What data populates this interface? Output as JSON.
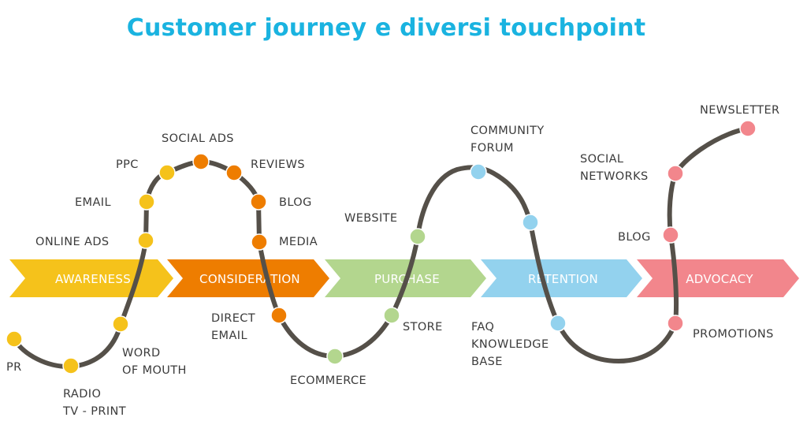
{
  "title": "Customer journey e diversi touchpoint",
  "colors": {
    "title": "#1ab3e0",
    "path": "#555049",
    "label": "#3b3b3b",
    "awareness": "#f5c21b",
    "consideration": "#ee7d00",
    "purchase": "#b3d68e",
    "retention": "#93d2ee",
    "advocacy": "#f2868c"
  },
  "stages": [
    {
      "id": "awareness",
      "label": "AWARENESS"
    },
    {
      "id": "consideration",
      "label": "CONSIDERATION"
    },
    {
      "id": "purchase",
      "label": "PURCHASE"
    },
    {
      "id": "retention",
      "label": "RETENTION"
    },
    {
      "id": "advocacy",
      "label": "ADVOCACY"
    }
  ],
  "touchpoints": [
    {
      "id": "pr",
      "stage": "awareness",
      "lines": [
        "PR"
      ]
    },
    {
      "id": "radio-tv-print",
      "stage": "awareness",
      "lines": [
        "RADIO",
        "TV - PRINT"
      ]
    },
    {
      "id": "word-of-mouth",
      "stage": "awareness",
      "lines": [
        "WORD",
        "OF MOUTH"
      ]
    },
    {
      "id": "online-ads",
      "stage": "awareness",
      "lines": [
        "ONLINE ADS"
      ]
    },
    {
      "id": "email",
      "stage": "awareness",
      "lines": [
        "EMAIL"
      ]
    },
    {
      "id": "ppc",
      "stage": "awareness",
      "lines": [
        "PPC"
      ]
    },
    {
      "id": "social-ads",
      "stage": "consideration",
      "lines": [
        "SOCIAL ADS"
      ]
    },
    {
      "id": "reviews",
      "stage": "consideration",
      "lines": [
        "REVIEWS"
      ]
    },
    {
      "id": "blog-consideration",
      "stage": "consideration",
      "lines": [
        "BLOG"
      ]
    },
    {
      "id": "media",
      "stage": "consideration",
      "lines": [
        "MEDIA"
      ]
    },
    {
      "id": "direct-email",
      "stage": "consideration",
      "lines": [
        "DIRECT",
        "EMAIL"
      ]
    },
    {
      "id": "ecommerce",
      "stage": "purchase",
      "lines": [
        "ECOMMERCE"
      ]
    },
    {
      "id": "store",
      "stage": "purchase",
      "lines": [
        "STORE"
      ]
    },
    {
      "id": "website",
      "stage": "purchase",
      "lines": [
        "WEBSITE"
      ]
    },
    {
      "id": "community-forum",
      "stage": "retention",
      "lines": [
        "COMMUNITY",
        "FORUM"
      ]
    },
    {
      "id": "retention-dot",
      "stage": "retention",
      "lines": []
    },
    {
      "id": "faq-knowledge-base",
      "stage": "retention",
      "lines": [
        "FAQ",
        "KNOWLEDGE",
        "BASE"
      ]
    },
    {
      "id": "promotions",
      "stage": "advocacy",
      "lines": [
        "PROMOTIONS"
      ]
    },
    {
      "id": "blog-advocacy",
      "stage": "advocacy",
      "lines": [
        "BLOG"
      ]
    },
    {
      "id": "social-networks",
      "stage": "advocacy",
      "lines": [
        "SOCIAL",
        "NETWORKS"
      ]
    },
    {
      "id": "newsletter",
      "stage": "advocacy",
      "lines": [
        "NEWSLETTER"
      ]
    }
  ]
}
